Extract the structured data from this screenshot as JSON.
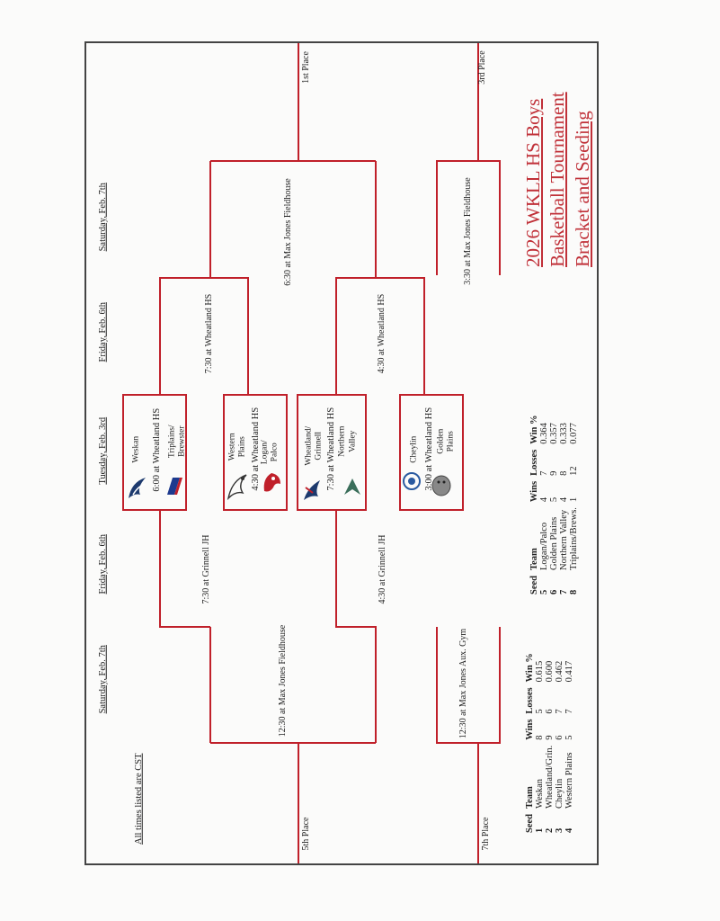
{
  "title": [
    "2026 WKLL HS Boys",
    "Basketball Tournament",
    "Bracket and Seeding"
  ],
  "note": "All times listed are CST",
  "day_headers": [
    "Saturday, Feb. 7th",
    "Friday, Feb. 6th",
    "Tuesday, Feb. 3rd",
    "Friday, Feb. 6th",
    "Saturday, Feb. 7th"
  ],
  "first_round": [
    {
      "team_a": "Weskan",
      "venue": "6:00 at Wheatland HS",
      "team_b": [
        "Triplains/",
        "Brewster"
      ]
    },
    {
      "team_a": [
        "Western",
        "Plains"
      ],
      "venue": "4:30 at Wheatland HS",
      "team_b": [
        "Logan/",
        "Palco"
      ]
    },
    {
      "team_a": [
        "Wheatland/",
        "Grinnell"
      ],
      "venue": "7:30 at Wheatland HS",
      "team_b": [
        "Northern",
        "Valley"
      ]
    },
    {
      "team_a": "Cheylin",
      "venue": "3:00 at Wheatland HS",
      "team_b": [
        "Golden",
        "Plains"
      ]
    }
  ],
  "games": {
    "cons_semi_1": "7:30 at Grinnell JH",
    "cons_semi_2": "4:30 at Grinnell JH",
    "semi_1": "7:30 at Wheatland HS",
    "semi_2": "4:30 at Wheatland HS",
    "fifth_place_game": "12:30 at Max Jones Fieldhouse",
    "seventh_place_game": "12:30 at Max Jones Aux. Gym",
    "championship": "6:30 at Max Jones Fieldhouse",
    "third_place_game": "3:30 at Max Jones Fieldhouse"
  },
  "places": {
    "first": "1st Place",
    "third": "3rd Place",
    "fifth": "5th Place",
    "seventh": "7th Place"
  },
  "seeding_headers": {
    "seed": "Seed",
    "team": "Team",
    "wins": "Wins",
    "losses": "Losses",
    "win_pct": "Win %"
  },
  "seeding_left": [
    {
      "seed": "1",
      "team": "Weskan",
      "wins": "8",
      "losses": "5",
      "win_pct": "0.615"
    },
    {
      "seed": "2",
      "team": "Wheatland/Grin.",
      "wins": "9",
      "losses": "6",
      "win_pct": "0.600"
    },
    {
      "seed": "3",
      "team": "Cheylin",
      "wins": "6",
      "losses": "7",
      "win_pct": "0.462"
    },
    {
      "seed": "4",
      "team": "Western Plains",
      "wins": "5",
      "losses": "7",
      "win_pct": "0.417"
    }
  ],
  "seeding_right": [
    {
      "seed": "5",
      "team": "Logan/Palco",
      "wins": "4",
      "losses": "7",
      "win_pct": "0.364"
    },
    {
      "seed": "6",
      "team": "Golden Plains",
      "wins": "5",
      "losses": "9",
      "win_pct": "0.357"
    },
    {
      "seed": "7",
      "team": "Northern Valley",
      "wins": "4",
      "losses": "8",
      "win_pct": "0.333"
    },
    {
      "seed": "8",
      "team": "Triplains/Brews.",
      "wins": "1",
      "losses": "12",
      "win_pct": "0.077"
    }
  ],
  "colors": {
    "bracket_line": "#c0202a",
    "title": "#c03038",
    "frame": "#444444"
  },
  "icons": [
    "weskan-logo-icon",
    "triplains-logo-icon",
    "western-plains-logo-icon",
    "logan-palco-logo-icon",
    "wheatland-grinnell-logo-icon",
    "northern-valley-logo-icon",
    "cheylin-logo-icon",
    "golden-plains-logo-icon"
  ]
}
